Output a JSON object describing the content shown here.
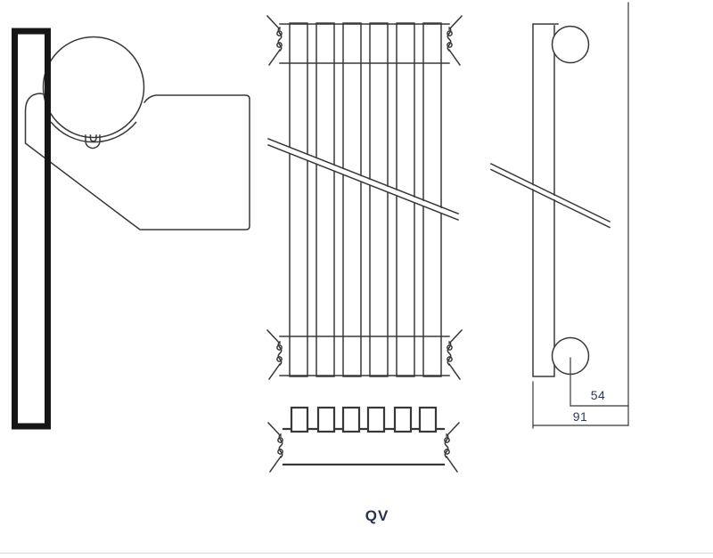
{
  "drawing": {
    "label": "QV",
    "dimensions": {
      "pipe_offset": "54",
      "depth_offset": "91"
    },
    "colors": {
      "line": "#383838",
      "heavy": "#161616",
      "dim-text": "#2c3a55",
      "label-text": "#26324f",
      "bg": "#ffffff",
      "edge": "#d9d9d9"
    }
  }
}
